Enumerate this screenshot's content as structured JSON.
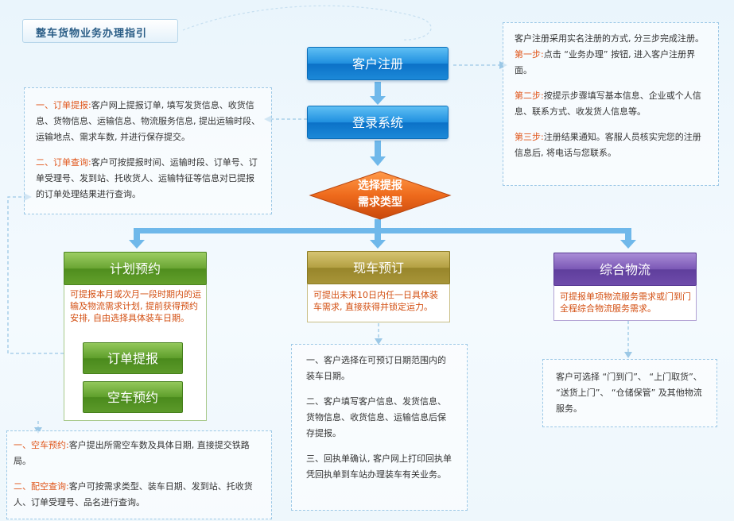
{
  "title": "整车货物业务办理指引",
  "flow": {
    "register": "客户注册",
    "login": "登录系统",
    "choose_line1": "选择提报",
    "choose_line2": "需求类型"
  },
  "register_info": {
    "intro": "客户注册采用实名注册的方式, 分三步完成注册。",
    "step1_label": "第一步:",
    "step1_text": "点击 “业务办理” 按钮, 进入客户注册界面。",
    "step2_label": "第二步:",
    "step2_text": "按提示步骤填写基本信息、企业或个人信息、联系方式、收发货人信息等。",
    "step3_label": "第三步:",
    "step3_text": "注册结果通知。客服人员核实完您的注册信息后, 将电话与您联系。"
  },
  "order_info": {
    "item1_label": "一、订单提报:",
    "item1_text": "客户网上提报订单, 填写发货信息、收货信息、货物信息、运输信息、物流服务信息, 提出运输时段、运输地点、需求车数, 并进行保存提交。",
    "item2_label": "二、订单查询:",
    "item2_text": "客户可按提报时间、运输时段、订单号、订单受理号、发到站、托收货人、运输特征等信息对已提报的订单处理结果进行查询。"
  },
  "categories": {
    "plan": {
      "label": "计划预约",
      "desc": "可提报本月或次月一段时期内的运输及物流需求计划, 提前获得预约安排, 自由选择具体装车日期。",
      "btn_order": "订单提报",
      "btn_empty": "空车预约"
    },
    "now": {
      "label": "现车预订",
      "desc": "可提出未来10日内任一日具体装车需求, 直接获得并锁定运力。"
    },
    "logistics": {
      "label": "综合物流",
      "desc": "可提报单项物流服务需求或门到门全程综合物流服务需求。"
    }
  },
  "empty_car_info": {
    "item1_label": "一、空车预约:",
    "item1_text": "客户提出所需空车数及具体日期, 直接提交铁路局。",
    "item2_label": "二、配空查询:",
    "item2_text": "客户可按需求类型、装车日期、发到站、托收货人、订单受理号、品名进行查询。"
  },
  "now_steps": {
    "s1": "一、客户选择在可预订日期范围内的装车日期。",
    "s2": "二、客户填写客户信息、发货信息、货物信息、收货信息、运输信息后保存提报。",
    "s3": "三、回执单确认, 客户网上打印回执单凭回执单到车站办理装车有关业务。"
  },
  "logistics_info": {
    "text": "客户可选择 “门到门”、 “上门取货”、 “送货上门”、 “仓储保管” 及其他物流服务。"
  },
  "colors": {
    "accent_blue": "#1f8fdf",
    "diamond_orange": "#e9621b",
    "highlight": "#e0561b",
    "green": "#5e9e2b",
    "gold": "#a89539",
    "purple": "#6f4cab"
  }
}
